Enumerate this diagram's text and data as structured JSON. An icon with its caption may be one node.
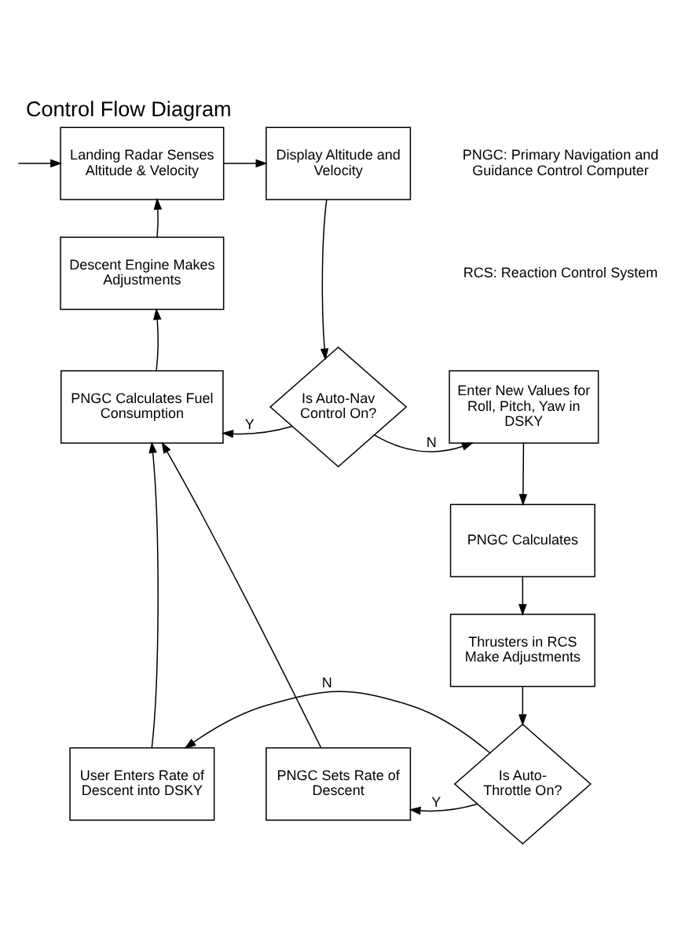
{
  "diagram": {
    "title": "Control Flow Diagram",
    "nodes": [
      {
        "text": [
          "Landing Radar Senses Altitude & Velocity"
        ]
      },
      {
        "text": [
          "Display Altitude and Velocity"
        ]
      },
      {
        "text": [
          "Descent Engine Makes Adjustments"
        ]
      },
      {
        "text": [
          "PNGC Calculates Fuel Consumption"
        ]
      },
      {
        "text": [
          "Is Auto-Nav Control On?"
        ]
      },
      {
        "text": [
          "Enter New Values for Roll, Pitch, Yaw in DSKY"
        ]
      },
      {
        "text": [
          "PNGC Calculates"
        ]
      },
      {
        "text": [
          "Thrusters in RCS Make Adjustments"
        ]
      },
      {
        "text": [
          "Is Auto-Throttle On?"
        ]
      },
      {
        "text": [
          "User Enters Rate of Descent into DSKY"
        ]
      },
      {
        "text": [
          "PNGC Sets Rate of Descent"
        ]
      }
    ],
    "edges": [
      {
        "from": null,
        "to": 0,
        "arrow": "to"
      },
      {
        "from": 0,
        "to": 1,
        "arrow": "to"
      },
      {
        "from": 1,
        "to": 4,
        "arrow": "to"
      },
      {
        "from": 4,
        "to": 3,
        "label": "Y",
        "arrow": "to"
      },
      {
        "from": 4,
        "to": 5,
        "label": "N",
        "arrow": "to"
      },
      {
        "from": 5,
        "to": 6,
        "arrow": "to"
      },
      {
        "from": 6,
        "to": 7,
        "arrow": "to"
      },
      {
        "from": 7,
        "to": 8,
        "arrow": "to"
      },
      {
        "from": 8,
        "to": 10,
        "label": "Y",
        "arrow": "to"
      },
      {
        "from": 8,
        "to": 9,
        "label": "N",
        "arrow": "to"
      },
      {
        "from": 9,
        "to": 3,
        "arrow": "to"
      },
      {
        "from": 10,
        "to": 3,
        "arrow": "to"
      },
      {
        "from": 3,
        "to": 2,
        "arrow": "to"
      },
      {
        "from": 2,
        "to": 0,
        "arrow": "to"
      }
    ],
    "labels": [
      "PNGC: Primary Navigation and Guidance Control Computer",
      "RCS: Reaction Control System"
    ]
  }
}
